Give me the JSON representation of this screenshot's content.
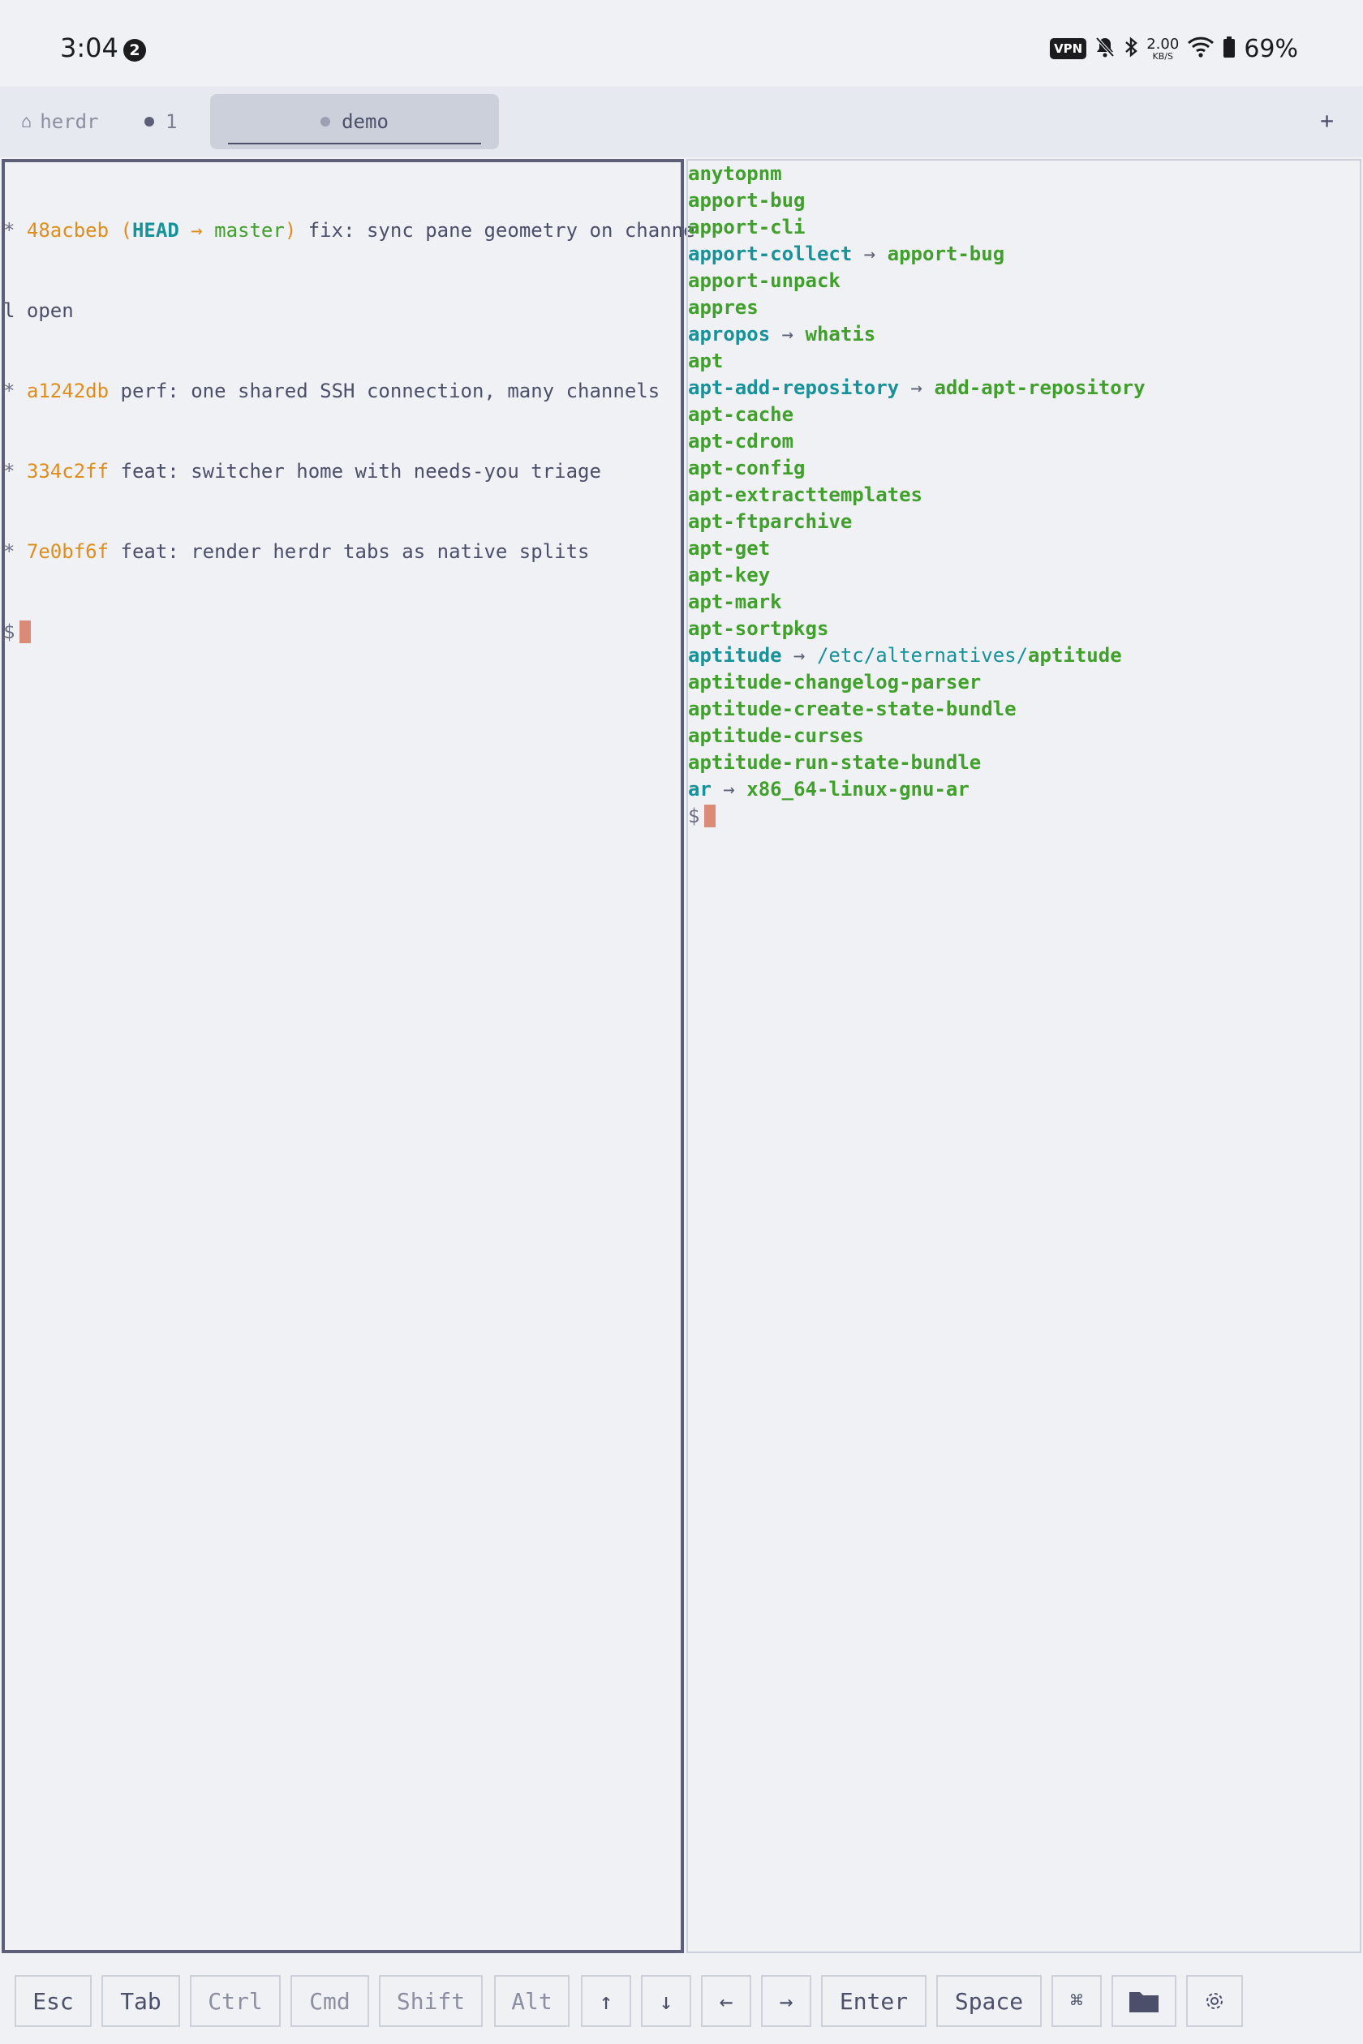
{
  "status_bar": {
    "time": "3:04",
    "notification_count": "2",
    "vpn_label": "VPN",
    "net_speed_value": "2.00",
    "net_speed_unit": "KB/S",
    "battery": "69%"
  },
  "tabs": {
    "items": [
      {
        "label": "herdr",
        "icon": "home-icon"
      },
      {
        "label": "1"
      },
      {
        "label": "demo",
        "active": true
      }
    ],
    "add_label": "+"
  },
  "left_pane": {
    "lines": [
      {
        "star": "* ",
        "hash": "48acbeb",
        "sp1": " ",
        "open": "(",
        "head": "HEAD",
        "arrow": " → ",
        "branch": "master",
        "close": ")",
        "msg": " fix: sync pane geometry on channe"
      },
      {
        "text": "l open"
      },
      {
        "star": "* ",
        "hash": "a1242db",
        "msg": " perf: one shared SSH connection, many channels"
      },
      {
        "star": "* ",
        "hash": "334c2ff",
        "msg": " feat: switcher home with needs-you triage"
      },
      {
        "star": "* ",
        "hash": "7e0bf6f",
        "msg": " feat: render herdr tabs as native splits"
      }
    ],
    "prompt": "$"
  },
  "right_pane": {
    "entries": [
      {
        "name": "anytopnm"
      },
      {
        "name": "apport-bug"
      },
      {
        "name": "apport-cli"
      },
      {
        "name": "apport-collect",
        "link": true,
        "target": "apport-bug"
      },
      {
        "name": "apport-unpack"
      },
      {
        "name": "appres"
      },
      {
        "name": "apropos",
        "link": true,
        "target": "whatis"
      },
      {
        "name": "apt"
      },
      {
        "name": "apt-add-repository",
        "link": true,
        "target": "add-apt-repository"
      },
      {
        "name": "apt-cache"
      },
      {
        "name": "apt-cdrom"
      },
      {
        "name": "apt-config"
      },
      {
        "name": "apt-extracttemplates"
      },
      {
        "name": "apt-ftparchive"
      },
      {
        "name": "apt-get"
      },
      {
        "name": "apt-key"
      },
      {
        "name": "apt-mark"
      },
      {
        "name": "apt-sortpkgs"
      },
      {
        "name": "aptitude",
        "link": true,
        "target_dir": "/etc/alternatives/",
        "target": "aptitude"
      },
      {
        "name": "aptitude-changelog-parser"
      },
      {
        "name": "aptitude-create-state-bundle"
      },
      {
        "name": "aptitude-curses"
      },
      {
        "name": "aptitude-run-state-bundle"
      },
      {
        "name": "ar",
        "link": true,
        "target": "x86_64-linux-gnu-ar"
      }
    ],
    "arrow": " → ",
    "prompt": "$"
  },
  "keys": {
    "esc": "Esc",
    "tab": "Tab",
    "ctrl": "Ctrl",
    "cmd": "Cmd",
    "shift": "Shift",
    "alt": "Alt",
    "up": "↑",
    "down": "↓",
    "left": "←",
    "right": "→",
    "enter": "Enter",
    "space": "Space",
    "command_symbol": "⌘"
  },
  "colors": {
    "background": "#eff1f5",
    "hash": "#df8e1d",
    "executable": "#40a02b",
    "symlink": "#179299",
    "cursor": "#dc8a78",
    "active_border": "#5c5f77"
  }
}
